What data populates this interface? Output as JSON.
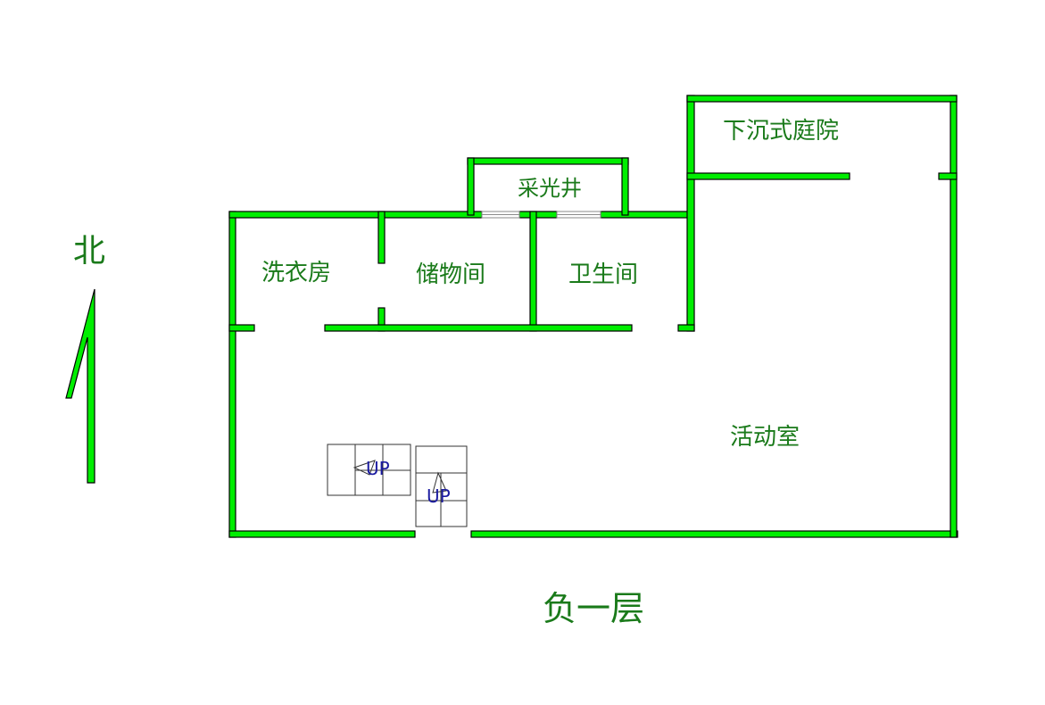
{
  "rooms": {
    "laundry": "洗衣房",
    "storage": "储物间",
    "bathroom": "卫生间",
    "lightwell": "采光井",
    "courtyard": "下沉式庭院",
    "activity": "活动室"
  },
  "floor_title": "负一层",
  "compass": {
    "north_label": "北"
  },
  "stairs": [
    {
      "label": "UP"
    },
    {
      "label": "UP"
    }
  ],
  "colors": {
    "wall": "#00ee00",
    "label": "#1a7a1a",
    "stair_label": "#1a1aa0"
  }
}
